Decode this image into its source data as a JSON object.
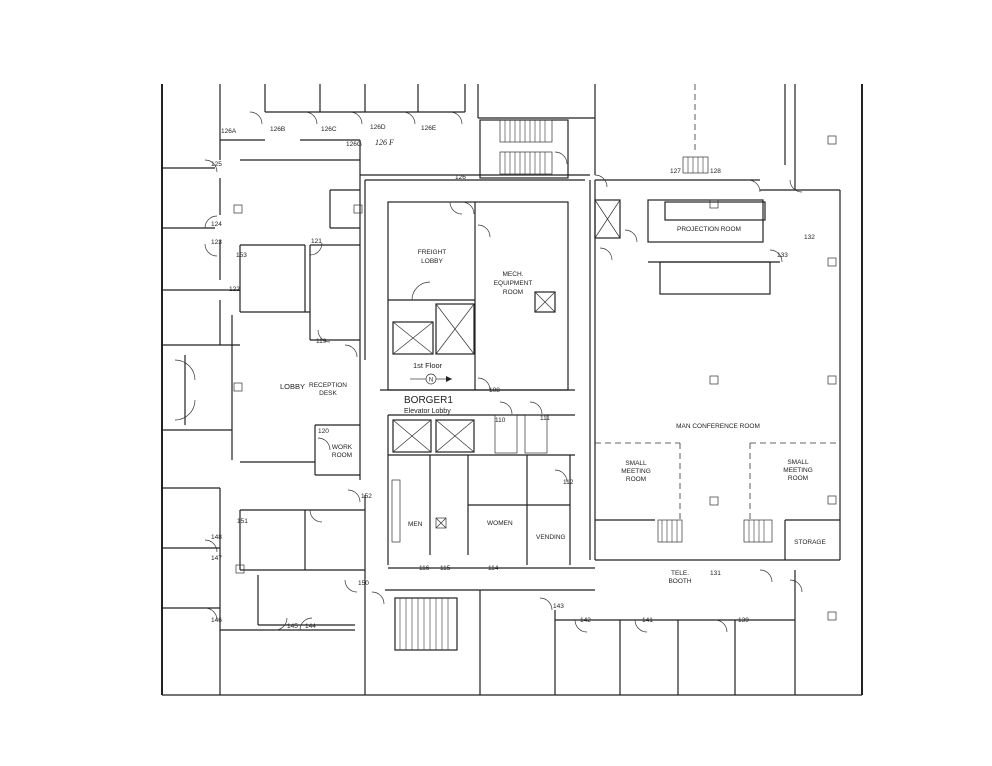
{
  "plan": {
    "building": "BORGER1",
    "floor": "1st Floor",
    "subtitle": "Elevator Lobby",
    "north_symbol": "N",
    "rooms": {
      "freight_lobby": [
        "FREIGHT",
        "LOBBY"
      ],
      "mech_equipment": [
        "MECH.",
        "EQUIPMENT",
        "ROOM"
      ],
      "projection_room": "PROJECTION ROOM",
      "main_conference": "MAN CONFERENCE ROOM",
      "small_meeting_left": [
        "SMALL",
        "MEETING",
        "ROOM"
      ],
      "small_meeting_right": [
        "SMALL",
        "MEETING",
        "ROOM"
      ],
      "storage": "STORAGE",
      "tele_booth": [
        "TELE.",
        "BOOTH"
      ],
      "lobby": "LOBBY",
      "reception_desk": [
        "RECEPTION",
        "DESK"
      ],
      "work_room": [
        "WORK",
        "ROOM"
      ],
      "men": "MEN",
      "women": "WOMEN",
      "vending": "VENDING"
    },
    "handwritten_label": "126 F",
    "room_numbers": [
      "126A",
      "126B",
      "126C",
      "126D",
      "126E",
      "126G",
      "125",
      "124",
      "123",
      "126",
      "127",
      "128",
      "132",
      "133",
      "153",
      "121",
      "122",
      "119",
      "108",
      "110",
      "111",
      "120",
      "112",
      "152",
      "151",
      "148",
      "147",
      "146",
      "145",
      "144",
      "150",
      "116",
      "115",
      "114",
      "143",
      "142",
      "141",
      "139",
      "131"
    ]
  }
}
